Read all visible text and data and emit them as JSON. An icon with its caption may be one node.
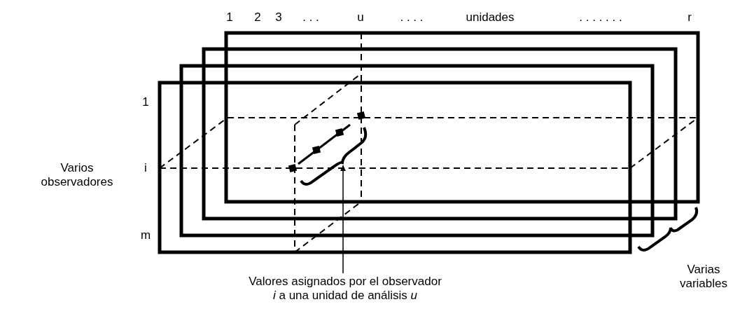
{
  "diagram": {
    "nodes": [
      {
        "text": [
          "Valores asignados por el observador *i* a una unidad de análisis *u*"
        ]
      },
      {
        "text": [],
        "shape": "brace"
      }
    ],
    "edges": [
      {
        "from": 0,
        "to": 1,
        "arrow": "to"
      }
    ],
    "labels": [
      "1",
      "2",
      "3",
      ". . .",
      "u",
      ". . . .",
      "unidades",
      ". . . . . . .",
      "r",
      "1",
      "Varios observadores",
      "i",
      "m",
      "Varias variables"
    ]
  }
}
